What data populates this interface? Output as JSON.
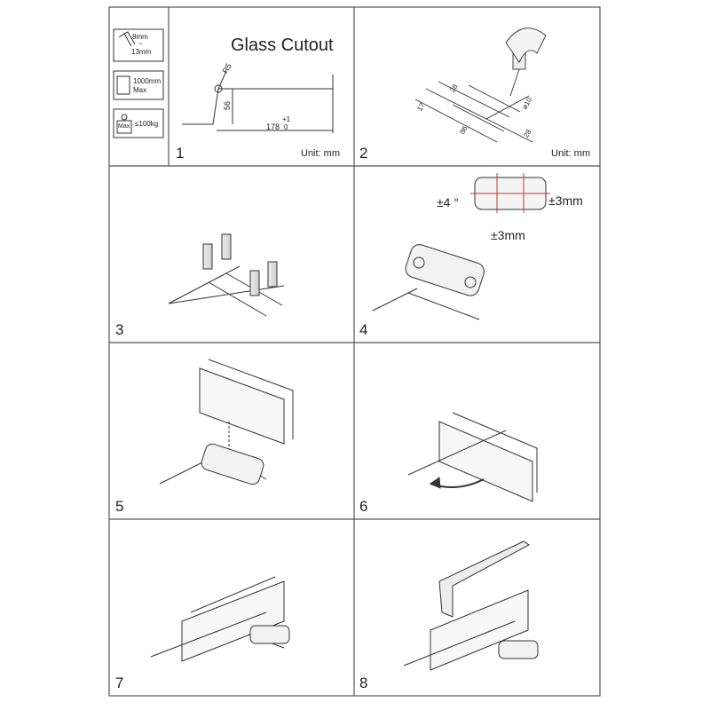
{
  "panels": [
    {
      "number": "1"
    },
    {
      "number": "2"
    },
    {
      "number": "3"
    },
    {
      "number": "4"
    },
    {
      "number": "5"
    },
    {
      "number": "6"
    },
    {
      "number": "7"
    },
    {
      "number": "8"
    }
  ],
  "spec": {
    "thickness_top": "8mm",
    "thickness_dash": "~",
    "thickness_bottom": "13mm",
    "width_top": "1000mm",
    "width_bottom": "Max",
    "weight_badge": "Max",
    "weight_value": "≤100kg"
  },
  "cutout": {
    "title": "Glass Cutout",
    "radius": "R5",
    "height": "56",
    "length": "178",
    "tol_plus": "+1",
    "tol_minus": "0",
    "unit": "Unit: mm"
  },
  "drill": {
    "unit": "Unit: mm",
    "dim_a": "28",
    "dim_b": "17",
    "dim_c": "86",
    "dim_d": "ø10",
    "dim_e": "28"
  },
  "adjust": {
    "angle": "±4 °",
    "shift_x": "±3mm",
    "shift_y": "±3mm"
  },
  "colors": {
    "accent": "#c0392b",
    "line": "#333333",
    "border": "#555555"
  }
}
